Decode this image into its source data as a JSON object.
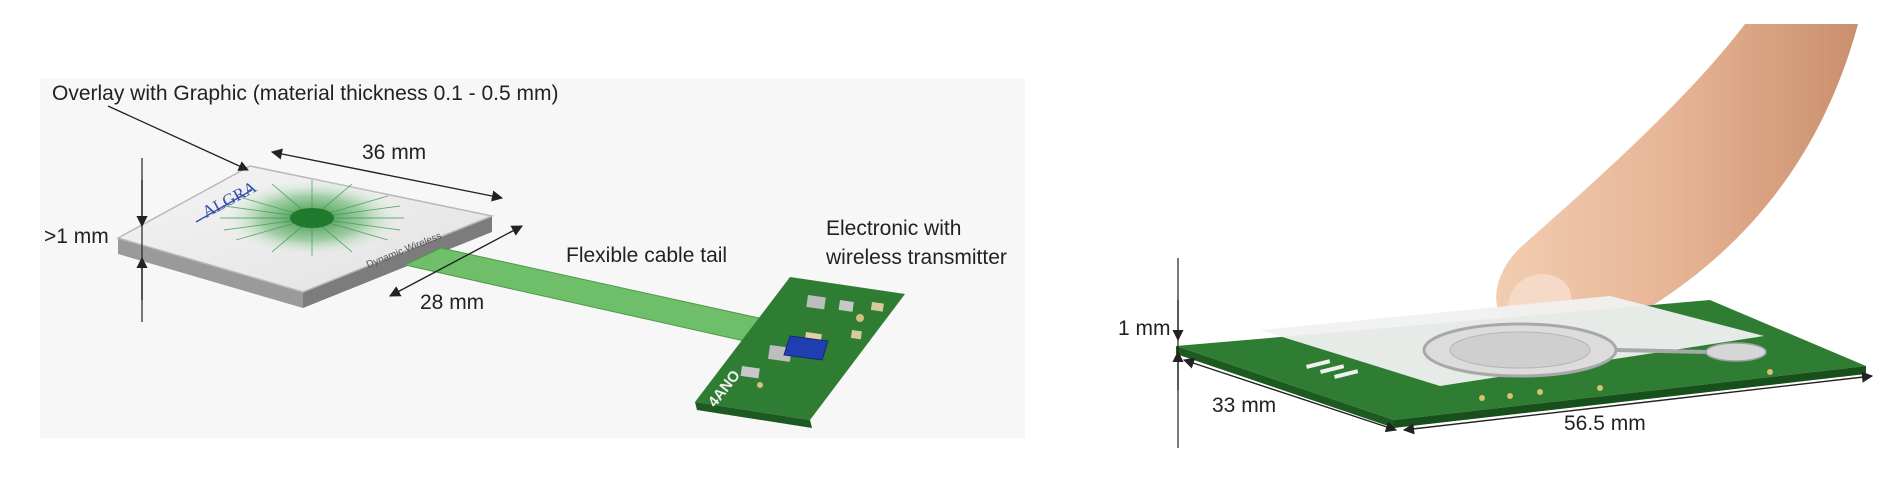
{
  "left_panel": {
    "overlay_label": "Overlay with Graphic (material thickness 0.1 - 0.5 mm)",
    "width_dim": "36 mm",
    "depth_dim": "28 mm",
    "thickness_dim": ">1 mm",
    "cable_label": "Flexible cable tail",
    "electronic_line1": "Electronic with",
    "electronic_line2": "wireless transmitter",
    "logo_text": "ALGRA",
    "panel_mark": "Dynamic Wireless",
    "pcb_mark": "4ANO"
  },
  "right_panel": {
    "thickness_dim": "1 mm",
    "depth_dim": "33 mm",
    "width_dim": "56.5 mm"
  },
  "colors": {
    "pcb_green": "#2e7d32",
    "cable_green": "#6fbf6a",
    "chip_blue": "#1f3fb0",
    "skin": "#e6b494"
  }
}
